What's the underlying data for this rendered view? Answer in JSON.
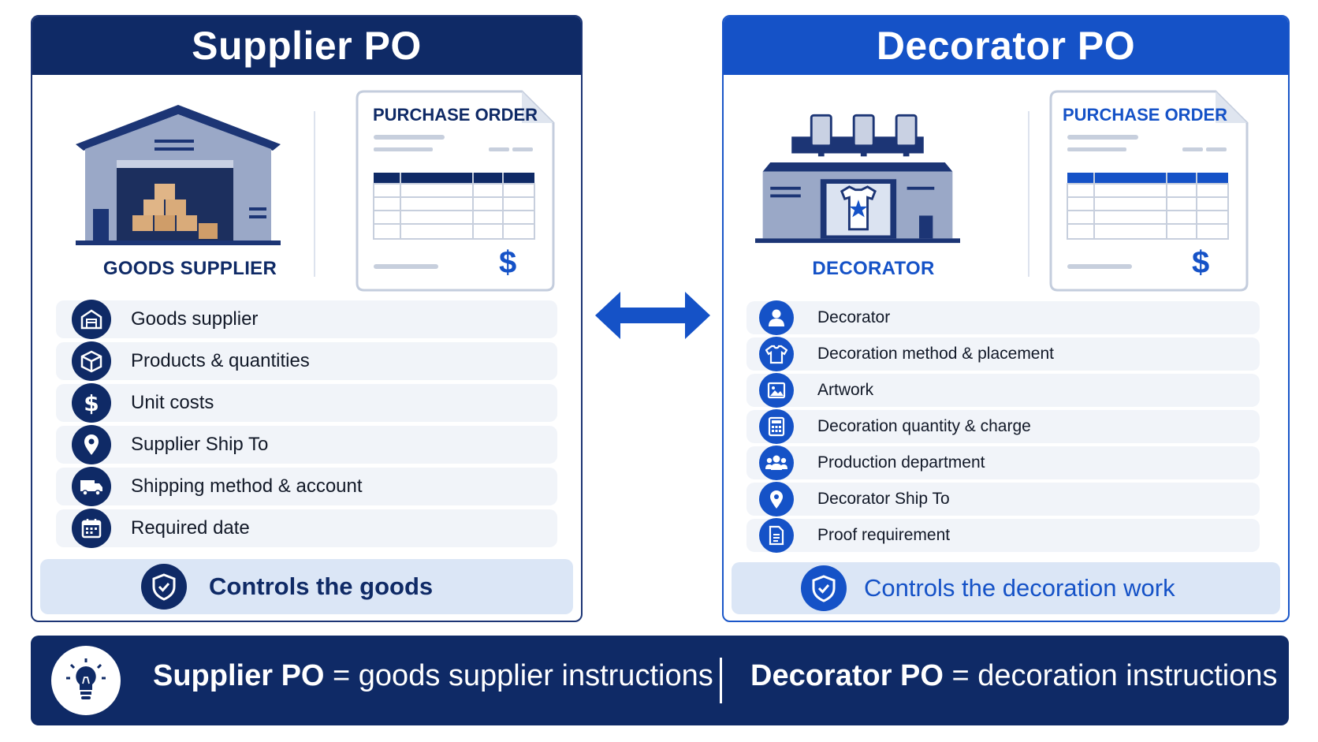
{
  "colors": {
    "navy": "#0f2a66",
    "blue": "#1552c7",
    "light_panel": "#dbe6f6",
    "item_bg": "#f1f4f9"
  },
  "supplier": {
    "title": "Supplier PO",
    "entity_label": "GOODS SUPPLIER",
    "doc_title": "PURCHASE ORDER",
    "doc_symbol": "$",
    "items": [
      {
        "label": "Goods supplier",
        "icon": "warehouse-icon"
      },
      {
        "label": "Products & quantities",
        "icon": "box-icon"
      },
      {
        "label": "Unit costs",
        "icon": "dollar-icon"
      },
      {
        "label": "Supplier Ship To",
        "icon": "location-pin-icon"
      },
      {
        "label": "Shipping method & account",
        "icon": "truck-icon"
      },
      {
        "label": "Required date",
        "icon": "calendar-icon"
      }
    ],
    "controls": "Controls the goods"
  },
  "decorator": {
    "title": "Decorator PO",
    "entity_label": "DECORATOR",
    "doc_title": "PURCHASE ORDER",
    "doc_symbol": "$",
    "items": [
      {
        "label": "Decorator",
        "icon": "person-icon"
      },
      {
        "label": "Decoration method & placement",
        "icon": "tshirt-icon"
      },
      {
        "label": "Artwork",
        "icon": "image-icon"
      },
      {
        "label": "Decoration quantity & charge",
        "icon": "calculator-icon"
      },
      {
        "label": "Production department",
        "icon": "team-icon"
      },
      {
        "label": "Decorator Ship To",
        "icon": "location-pin-icon"
      },
      {
        "label": "Proof requirement",
        "icon": "document-icon"
      }
    ],
    "controls": "Controls the decoration work"
  },
  "banner": {
    "left_bold": "Supplier PO",
    "left_rest": " = goods supplier instructions",
    "right_bold": "Decorator PO",
    "right_rest": " = decoration instructions"
  }
}
